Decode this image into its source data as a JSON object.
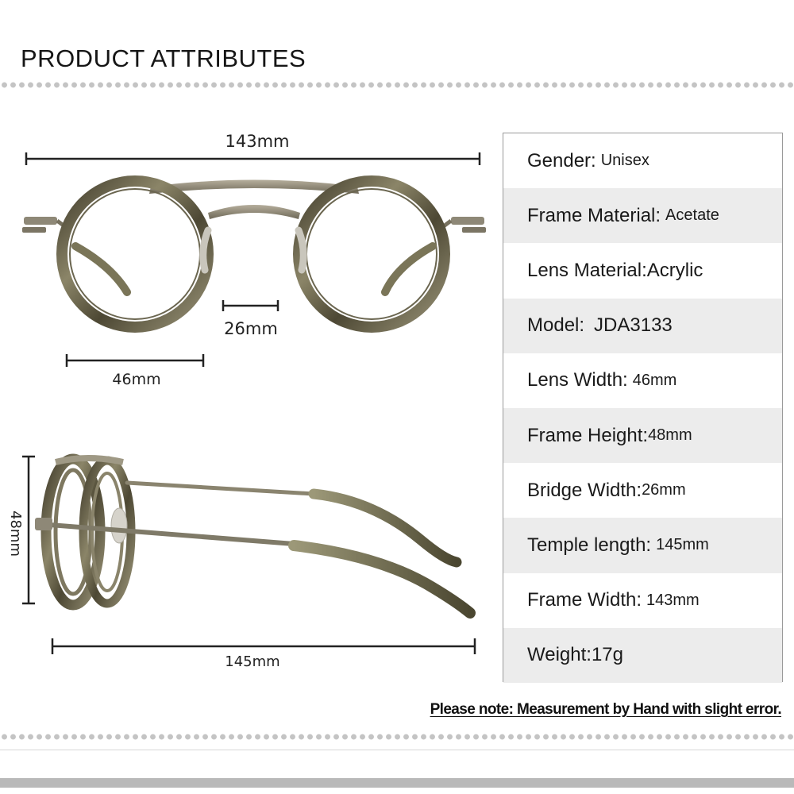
{
  "header": {
    "title": "PRODUCT ATTRIBUTES"
  },
  "dimensions": {
    "frame_width": "143mm",
    "bridge_width": "26mm",
    "lens_width": "46mm",
    "frame_height": "48mm",
    "temple_length": "145mm"
  },
  "specs": [
    {
      "key": "Gender:",
      "value": "Unisex"
    },
    {
      "key": "Frame Material:",
      "value": "Acetate"
    },
    {
      "key": "Lens Material:",
      "value": "Acrylic"
    },
    {
      "key": "Model:",
      "value": "JDA3133"
    },
    {
      "key": "Lens Width:",
      "value": "46mm"
    },
    {
      "key": "Frame Height:",
      "value": "48mm"
    },
    {
      "key": "Bridge Width:",
      "value": "26mm"
    },
    {
      "key": "Temple length:",
      "value": "145mm"
    },
    {
      "key": "Frame Width:",
      "value": "143mm"
    },
    {
      "key": "Weight:",
      "value": "17g"
    }
  ],
  "footnote": "Please note: Measurement by Hand with slight error.",
  "colors": {
    "frame_tortoise": "#5a5642",
    "frame_metal": "#8a8474",
    "dim_line": "#222222",
    "row_shade": "#ececec"
  }
}
